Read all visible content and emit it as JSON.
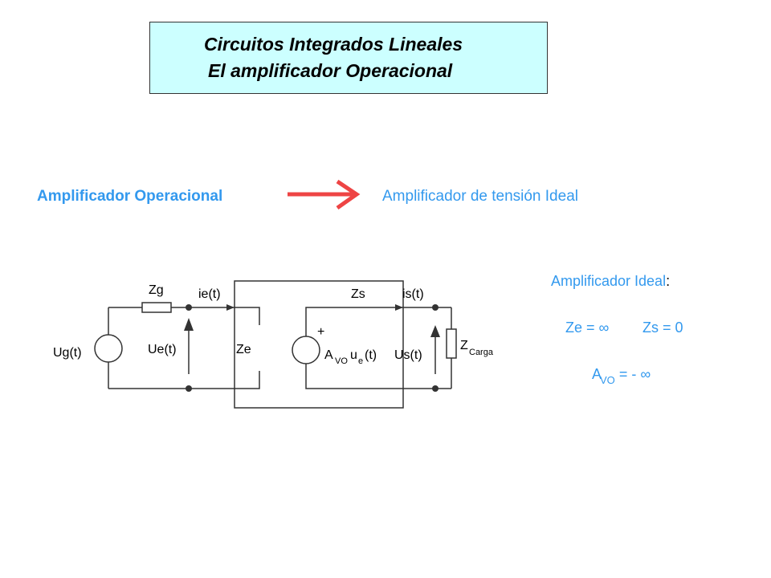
{
  "title": {
    "line1": "Circuitos Integrados Lineales",
    "line2": "El amplificador Operacional",
    "bg_color": "#ccffff"
  },
  "relation": {
    "left": "Amplificador Operacional",
    "right": "Amplificador de tensión Ideal",
    "arrow_color": "#ee4444",
    "text_color": "#3399ee"
  },
  "ideal": {
    "heading": "Amplificador Ideal",
    "heading_colon": ":",
    "ze": "Ze = ∞",
    "zs": "Zs = 0",
    "avo_main": "A",
    "avo_sub": "VO",
    "avo_rest": " = - ∞"
  },
  "circuit": {
    "zg": "Zg",
    "ie": "ie(t)",
    "zs": "Zs",
    "is": "is(t)",
    "ug": "Ug(t)",
    "ue": "Ue(t)",
    "ze": "Ze",
    "plus": "+",
    "src_a": "A",
    "src_vo": "VO",
    "src_u": "u",
    "src_e": "e",
    "src_t": "(t)",
    "us": "Us(t)",
    "zcarga_main": "Z",
    "zcarga_sub": "Carga"
  }
}
